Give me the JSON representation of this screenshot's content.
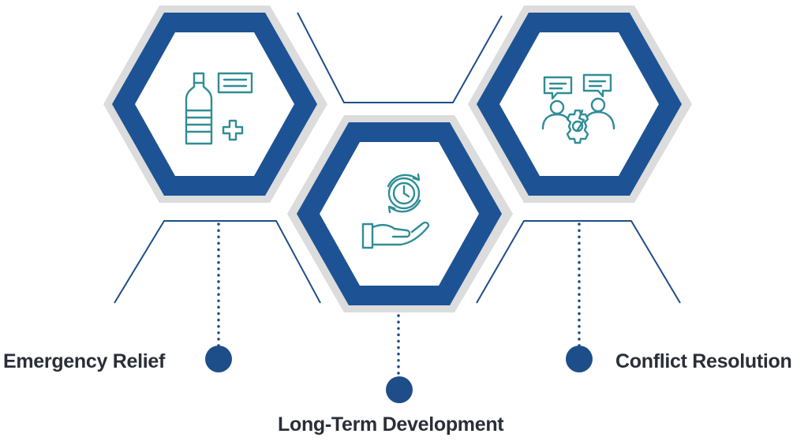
{
  "colors": {
    "hex_outer_border": "#dcdcdd",
    "hex_ring": "#1d5394",
    "hex_inner": "#ffffff",
    "icon_stroke": "#2f8d96",
    "connector": "#1d4e89",
    "dot": "#1d4e89",
    "label_text": "#2a2e38"
  },
  "items": [
    {
      "label": "Emergency Relief",
      "icon": "water-bottle-medical-icon"
    },
    {
      "label": "Long-Term Development",
      "icon": "hand-clock-icon"
    },
    {
      "label": "Conflict Resolution",
      "icon": "people-discussion-gear-icon"
    }
  ]
}
